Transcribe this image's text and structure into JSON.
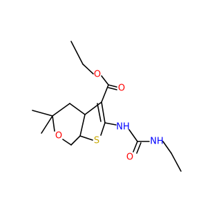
{
  "molecule": {
    "atoms": {
      "ester_carbonyl_oxygen": {
        "label": "O",
        "color": "#ff0000"
      },
      "ester_oxygen": {
        "label": "O",
        "color": "#ff0000"
      },
      "ring_oxygen": {
        "label": "O",
        "color": "#ff0000"
      },
      "thiophene_sulfur": {
        "label": "S",
        "color": "#c8a800"
      },
      "amine_nh": {
        "label": "NH",
        "color": "#0000ff"
      },
      "amide_nh": {
        "label": "NH",
        "color": "#0000ff"
      },
      "urea_carbonyl_oxygen": {
        "label": "O",
        "color": "#ff0000"
      }
    },
    "colors": {
      "bond": "#000000",
      "background": "#ffffff"
    }
  }
}
